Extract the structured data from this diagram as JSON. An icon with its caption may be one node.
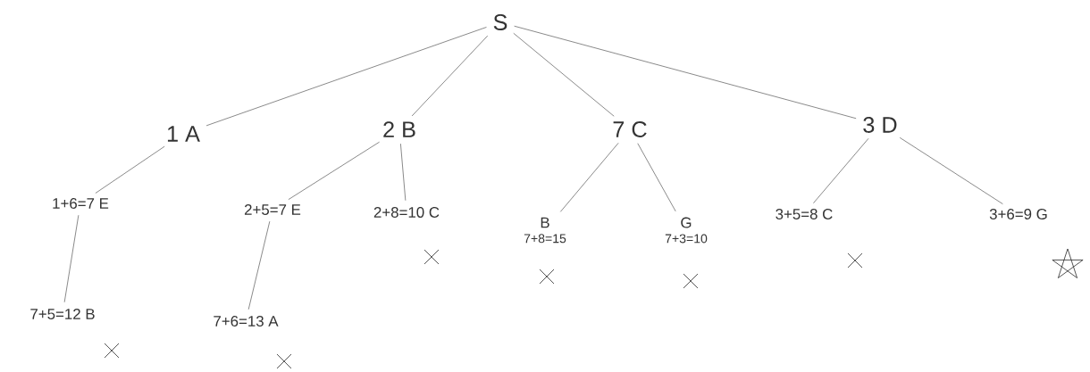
{
  "diagram": {
    "nodes": [
      {
        "text": [
          "S"
        ]
      },
      {
        "text": [
          "1 A"
        ]
      },
      {
        "text": [
          "2 B"
        ]
      },
      {
        "text": [
          "7 C"
        ]
      },
      {
        "text": [
          "3 D"
        ]
      },
      {
        "text": [
          "1+6=7 E"
        ]
      },
      {
        "text": [
          "2+5=7 E"
        ]
      },
      {
        "text": [
          "2+8=10 C"
        ]
      },
      {
        "text": [
          "B",
          "7+8=15"
        ]
      },
      {
        "text": [
          "G",
          "7+3=10"
        ]
      },
      {
        "text": [
          "3+5=8 C"
        ]
      },
      {
        "text": [
          "3+6=9 G"
        ]
      },
      {
        "text": [
          "7+5=12 B"
        ]
      },
      {
        "text": [
          "7+6=13 A"
        ]
      }
    ],
    "edges": [
      {
        "from": 0,
        "to": 1,
        "arrow": "none"
      },
      {
        "from": 0,
        "to": 2,
        "arrow": "none"
      },
      {
        "from": 0,
        "to": 3,
        "arrow": "none"
      },
      {
        "from": 0,
        "to": 4,
        "arrow": "none"
      },
      {
        "from": 1,
        "to": 5,
        "arrow": "none"
      },
      {
        "from": 2,
        "to": 6,
        "arrow": "none"
      },
      {
        "from": 2,
        "to": 7,
        "arrow": "none"
      },
      {
        "from": 3,
        "to": 8,
        "arrow": "none"
      },
      {
        "from": 3,
        "to": 9,
        "arrow": "none"
      },
      {
        "from": 4,
        "to": 10,
        "arrow": "none"
      },
      {
        "from": 4,
        "to": 11,
        "arrow": "none"
      },
      {
        "from": 5,
        "to": 12,
        "arrow": "none"
      },
      {
        "from": 6,
        "to": 13,
        "arrow": "none"
      }
    ]
  }
}
